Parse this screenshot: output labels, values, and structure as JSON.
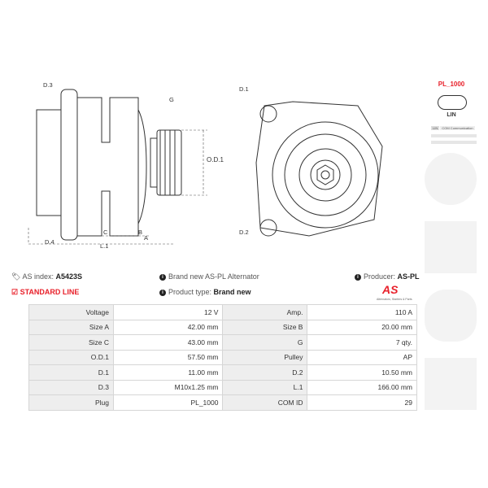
{
  "info": {
    "as_index_label": "AS index:",
    "as_index": "A5423S",
    "description": "Brand new AS-PL Alternator",
    "producer_label": "Producer:",
    "producer": "AS-PL",
    "standard_line": "STANDARD LINE",
    "product_type_label": "Product type:",
    "product_type": "Brand new",
    "logo_text": "AS",
    "logo_sub": "Alternators, Starters & Parts"
  },
  "connector": {
    "plug": "PL_1000",
    "label": "LIN",
    "legend_key": "LIN",
    "legend_value": "COM Communication"
  },
  "drawing": {
    "labels": [
      "D.3",
      "G",
      "O.D.1",
      "D.4",
      "C",
      "B",
      "A",
      "L.1",
      "D.1",
      "D.2"
    ]
  },
  "specs": [
    [
      "Voltage",
      "12 V",
      "Amp.",
      "110 A"
    ],
    [
      "Size A",
      "42.00 mm",
      "Size B",
      "20.00 mm"
    ],
    [
      "Size C",
      "43.00 mm",
      "G",
      "7 qty."
    ],
    [
      "O.D.1",
      "57.50 mm",
      "Pulley",
      "AP"
    ],
    [
      "D.1",
      "11.00 mm",
      "D.2",
      "10.50 mm"
    ],
    [
      "D.3",
      "M10x1.25 mm",
      "L.1",
      "166.00 mm"
    ],
    [
      "Plug",
      "PL_1000",
      "COM ID",
      "29"
    ]
  ],
  "colors": {
    "accent": "#e8202a"
  }
}
